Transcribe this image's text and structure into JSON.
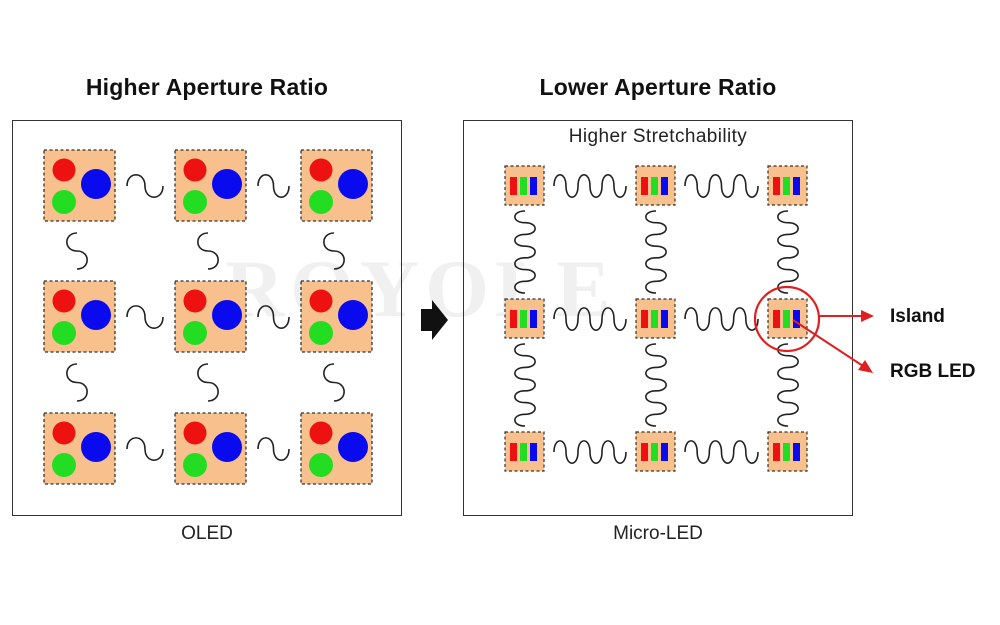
{
  "left": {
    "title": "Higher Aperture Ratio",
    "caption": "OLED"
  },
  "right": {
    "title": "Lower Aperture Ratio",
    "subtitle": "Higher Stretchability",
    "caption": "Micro-LED"
  },
  "callouts": {
    "island": "Island",
    "rgb_led": "RGB LED"
  },
  "watermark": "ROYOLE",
  "colors": {
    "island_fill": "#f7c08c",
    "red": "#ee1111",
    "green": "#22dd22",
    "blue": "#0a0aee",
    "highlight": "#e02020",
    "wire": "#222222"
  }
}
